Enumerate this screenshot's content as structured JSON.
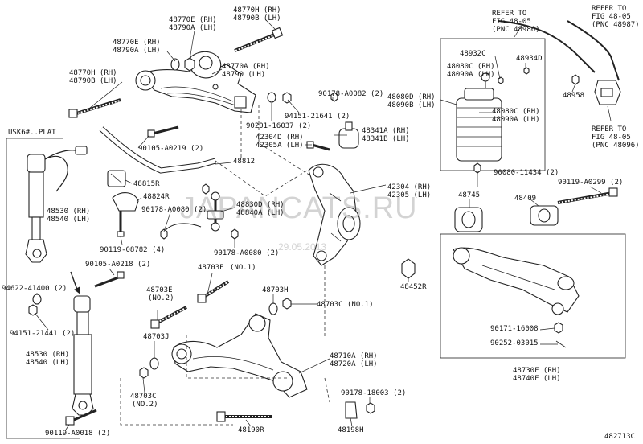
{
  "watermark": {
    "brand": "JAPANCATS.RU",
    "date": "29.05.2013"
  },
  "figure_code": "482713C",
  "frame_caption": "USK6#..PLAT",
  "labels": {
    "l48770H_a": "48770H (RH)",
    "l48770H_b": "48790B (LH)",
    "l48770E_a": "48770E (RH)",
    "l48770E_b": "48790A (LH)",
    "l48770E2_a": "48770E (RH)",
    "l48770E2_b": "48790A (LH)",
    "l48770A_a": "48770A (RH)",
    "l48770A_b": "48790 (LH)",
    "l48770Hleft_a": "48770H (RH)",
    "l48770Hleft_b": "48790B (LH)",
    "l90178_82": "90178-A0082 (2)",
    "l94151_41": "94151-21641 (2)",
    "l90201": "90201-16037 (2)",
    "l48341_a": "48341A (RH)",
    "l48341_b": "48341B (LH)",
    "l42304D_a": "42304D (RH)",
    "l42304D_b": "42305A (LH)",
    "l90105_19": "90105-A0219 (2)",
    "l48812": "48812",
    "l48815R": "48815R",
    "l48824R": "48824R",
    "l90178_80a": "90178-A0080 (2)",
    "l48830_a": "48830D (RH)",
    "l48830_b": "48840A (LH)",
    "l90119_07": "90119-08782 (4)",
    "l90178_80b": "90178-A0080 (2)",
    "l48530top_a": "48530 (RH)",
    "l48530top_b": "48540 (LH)",
    "l90105_18": "90105-A0218 (2)",
    "l94622": "94622-41400 (2)",
    "l94151_44": "94151-21441 (2)",
    "l48530bot_a": "48530 (RH)",
    "l48530bot_b": "48540 (LH)",
    "l90119_18": "90119-A0018 (2)",
    "l48703E_a": "48703E",
    "l48703E_b": "(NO.1)",
    "l48703Eno2_a": "48703E",
    "l48703Eno2_b": "(NO.2)",
    "l48703J": "48703J",
    "l48703Cno2_a": "48703C",
    "l48703Cno2_b": "(NO.2)",
    "l48703H": "48703H",
    "l48703C_a": "48703C",
    "l48703C_b": "(NO.1)",
    "l48710_a": "48710A (RH)",
    "l48710_b": "48720A (LH)",
    "l90178_18003": "90178-18003 (2)",
    "l48190R": "48190R",
    "l48198H": "48198H",
    "l42304_a": "42304 (RH)",
    "l42304_b": "42305 (LH)",
    "l48932C": "48932C",
    "l48080C_a": "48080C (RH)",
    "l48080C_b": "48090A (LH)",
    "l48934D": "48934D",
    "l48080D_a": "48080D (RH)",
    "l48080D_b": "48090B (LH)",
    "l48080C2_a": "48080C (RH)",
    "l48080C2_b": "48090A (LH)",
    "l48958": "48958",
    "l90080": "90080-11434 (2)",
    "ref1_a": "REFER TO",
    "ref1_b": "FIG 48-05",
    "ref1_c": "(PNC 48986)",
    "ref2_a": "REFER TO",
    "ref2_b": "FIG 48-05",
    "ref2_c": "(PNC 48987)",
    "ref3_a": "REFER TO",
    "ref3_b": "FIG 48-05",
    "ref3_c": "(PNC 48096)",
    "l48745": "48745",
    "l48409": "48409",
    "l90119_0299": "90119-A0299 (2)",
    "l48452R": "48452R",
    "l90171": "90171-16008",
    "l90252": "90252-03015",
    "l48730_a": "48730F (RH)",
    "l48730_b": "48740F (LH)"
  }
}
